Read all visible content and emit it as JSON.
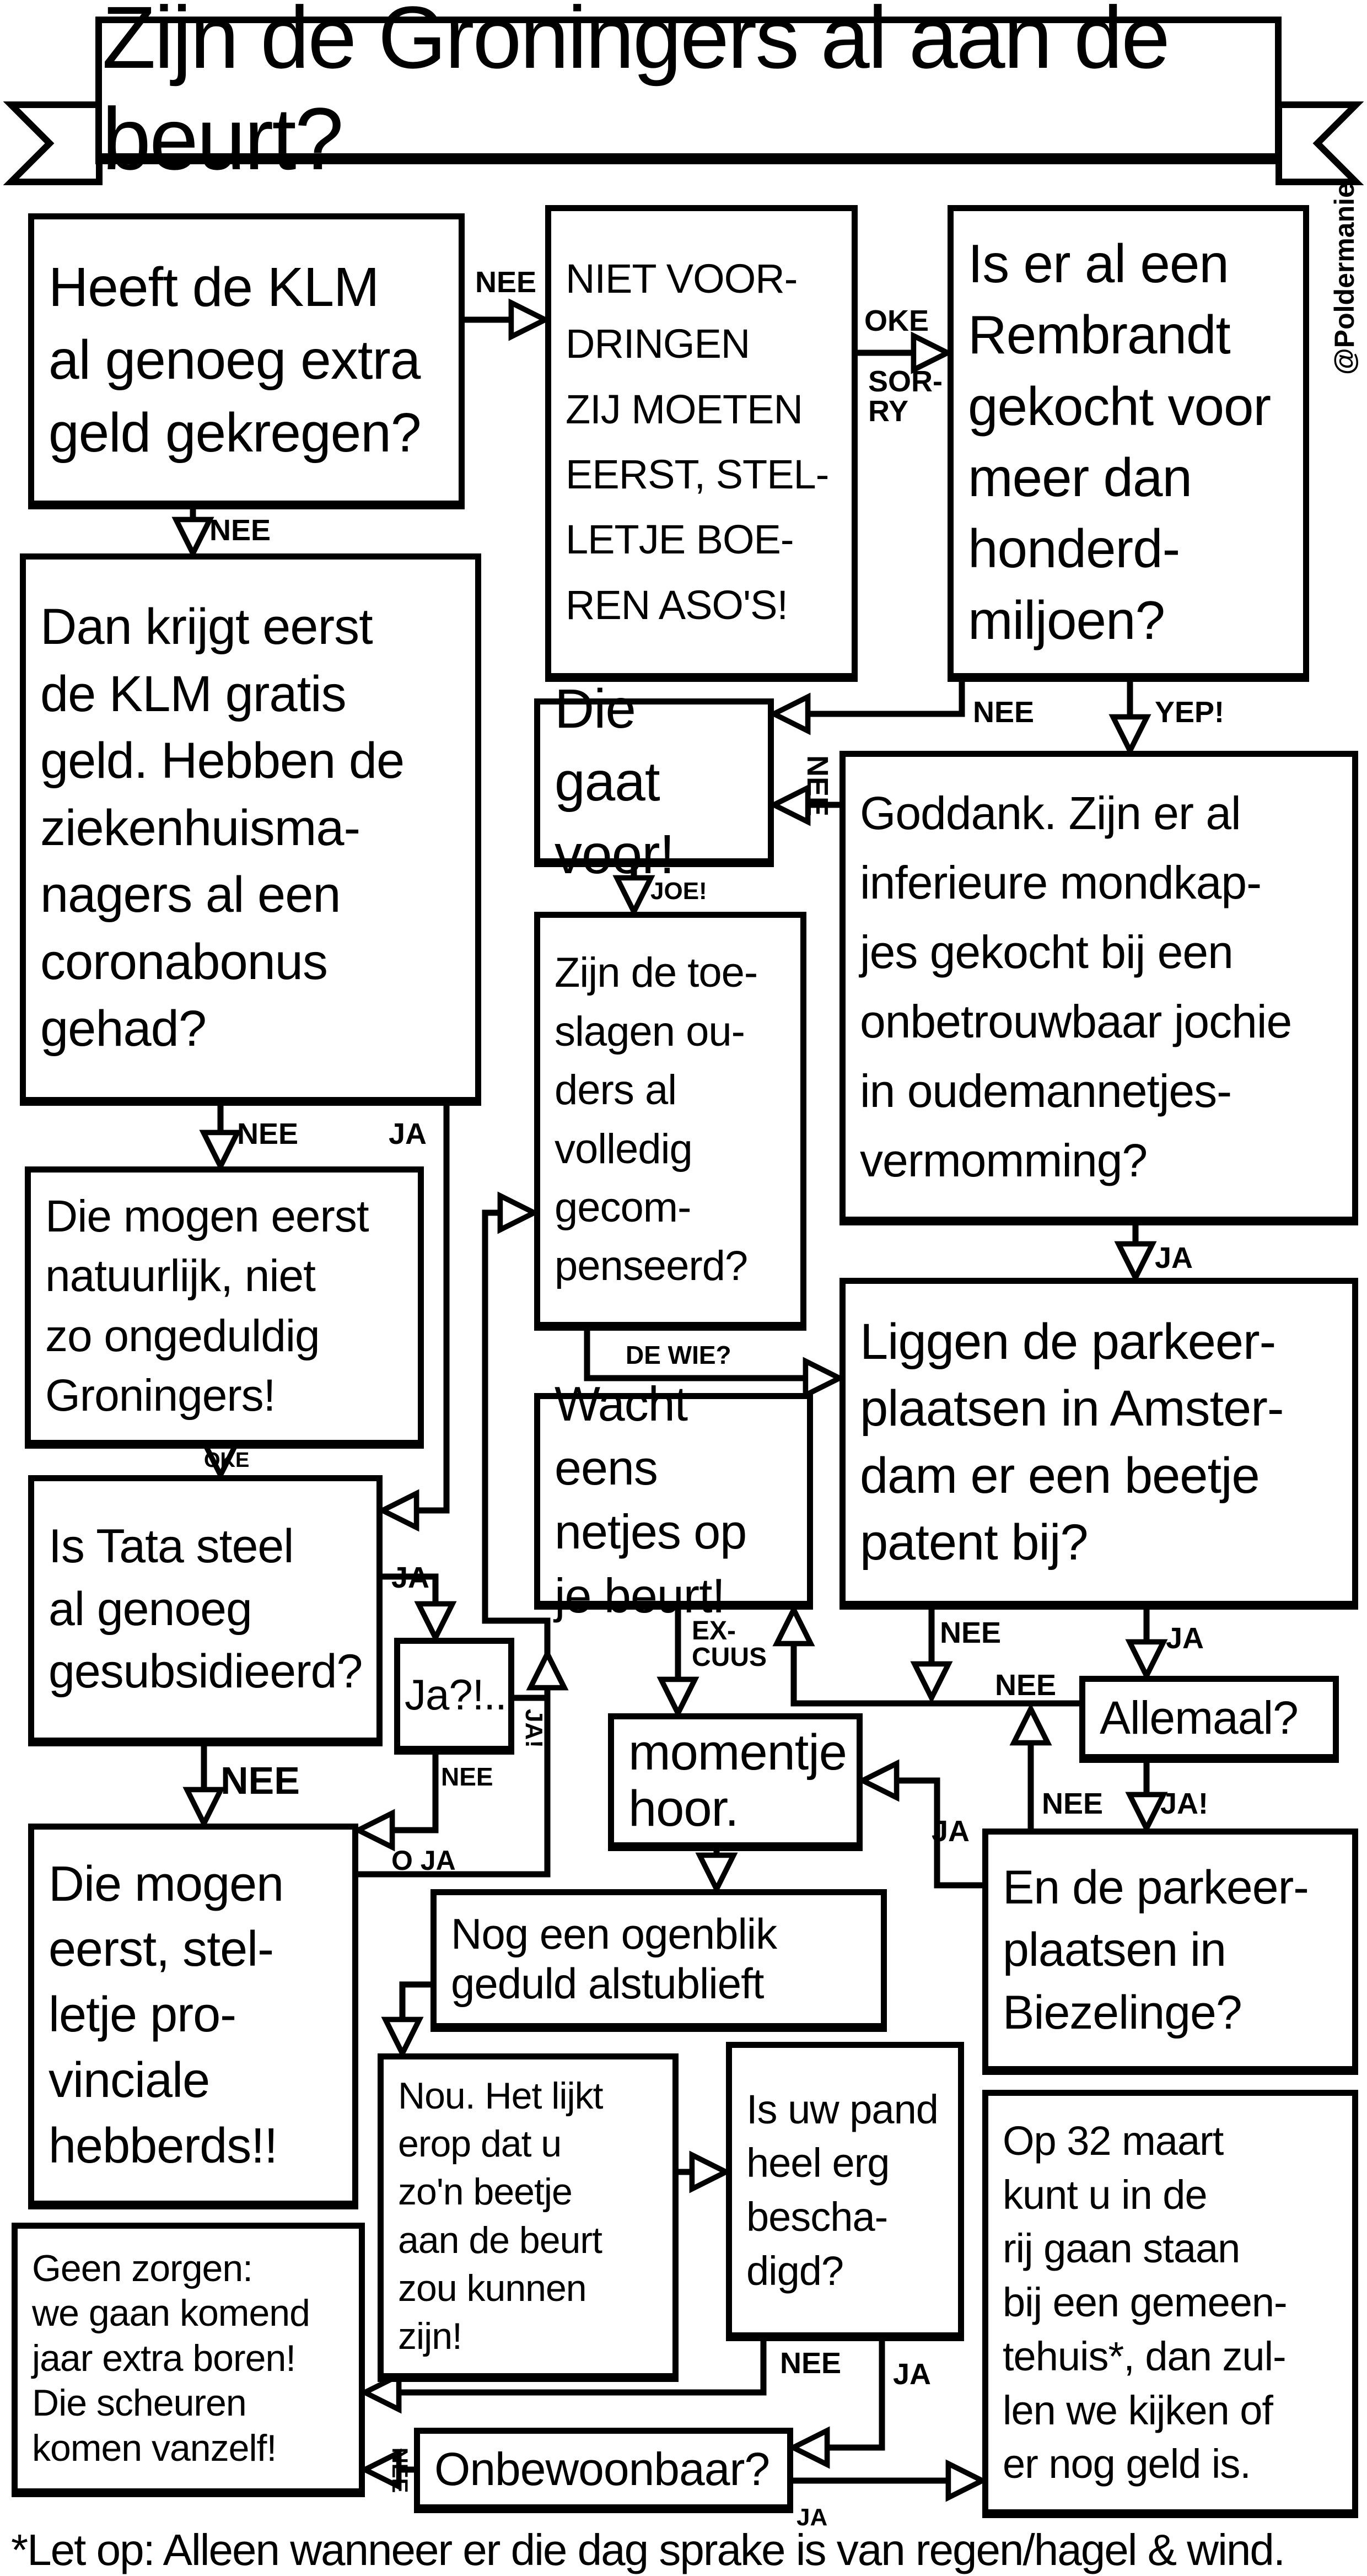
{
  "title": "Zijn de Groningers al aan de beurt?",
  "watermark": "@Poldermanie",
  "boxes": {
    "klm": "Heeft de KLM\nal genoeg extra\ngeld gekregen?",
    "niet_voordringen": "NIET VOOR-\nDRINGEN\nZIJ MOETEN\nEERST, STEL-\nLETJE BOE-\nREN ASO'S!",
    "rembrandt": "Is er al een\nRembrandt\ngekocht voor\nmeer dan\nhonderd-\nmiljoen?",
    "klm_gratis": "Dan krijgt eerst\nde KLM gratis\ngeld. Hebben de\nziekenhuisma-\nnagers al een\ncoronabonus\ngehad?",
    "gaat_voor": "Die gaat\nvoor!",
    "mondkapjes": "Goddank. Zijn er al\ninferieure mondkap-\njes gekocht bij een\nonbetrouwbaar jochie\nin oudemannetjes-\nvermomming?",
    "toeslagen": "Zijn de toe-\nslagen ou-\nders al\nvolledig\ngecom-\npenseerd?",
    "ongeduldig": "Die mogen eerst\nnatuurlijk, niet\nzo ongeduldig\nGroningers!",
    "parkeer_amsterdam": "Liggen de parkeer-\nplaatsen in Amster-\ndam er een beetje\npatent bij?",
    "wacht": "Wacht eens\nnetjes op\nje beurt!",
    "tata": "Is Tata steel\nal genoeg\ngesubsidieerd?",
    "ja_question": "Ja?!..",
    "allemaal": "Allemaal?",
    "momentje": "momentje\nhoor.",
    "biezelinge": "En de parkeer-\nplaatsen in\nBiezelinge?",
    "provinciale": "Die mogen\neerst, stel-\nletje pro-\nvinciale\nhebberds!!",
    "ogenblik": "Nog een ogenblik\ngeduld alstublieft",
    "nou": "Nou. Het lijkt\nerop dat u\nzo'n beetje\naan de beurt\nzou kunnen\nzijn!",
    "pand": "Is uw pand\nheel erg\nbescha-\ndigd?",
    "maart": "Op 32 maart\nkunt u in de\nrij gaan staan\nbij een gemeen-\ntehuis*, dan zul-\nlen we kijken of\ner nog geld is.",
    "geen_zorgen": "Geen zorgen:\nwe gaan komend\njaar extra boren!\nDie scheuren\nkomen vanzelf!",
    "onbewoonbaar": "Onbewoonbaar?"
  },
  "labels": {
    "klm_nee": "NEE",
    "oke": "OKE",
    "sorry": "SOR-\nRY",
    "klm_down_nee": "NEE",
    "rembrandt_nee": "NEE",
    "yep": "YEP!",
    "mondkap_nee": "NEE",
    "joe": "JOE!",
    "zieken_nee": "NEE",
    "zieken_ja": "JA",
    "de_wie": "DE WIE?",
    "mondkap_ja": "JA",
    "oke2": "OKE",
    "tata_ja": "JA",
    "tata_nee": "NEE",
    "ja_nee": "NEE",
    "ja_ja": "JA!",
    "o_ja": "O JA",
    "excuus": "EX-\nCUUS",
    "park_nee": "NEE",
    "park_ja": "JA",
    "allemaal_nee": "NEE",
    "biez_nee": "NEE",
    "allemaal_ja": "JA!",
    "biez_ja": "JA",
    "pand_nee": "NEE",
    "pand_ja": "JA",
    "onbew_nee": "NEE",
    "onbew_ja": "JA"
  },
  "footnote": "*Let op: Alleen wanneer er die dag sprake is van regen/hagel & wind."
}
